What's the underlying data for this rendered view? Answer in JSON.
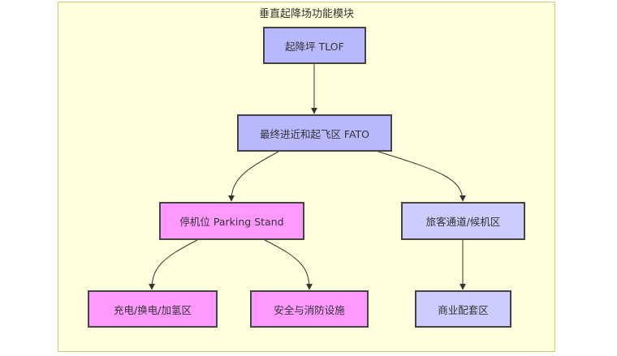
{
  "diagram": {
    "cluster_title": "垂直起降场功能模块",
    "colors": {
      "cluster_fill": "#ffffde",
      "cluster_border": "#cccc7a",
      "primary_node": "#b8b8ff",
      "secondary_node": "#ccccff",
      "highlight_node": "#ff99ff",
      "edge": "#333333"
    },
    "nodes": [
      {
        "id": "tlof",
        "label": "起降坪 TLOF"
      },
      {
        "id": "fato",
        "label": "最终进近和起飞区 FATO"
      },
      {
        "id": "parking",
        "label": "停机位 Parking Stand"
      },
      {
        "id": "passenger",
        "label": "旅客通道/候机区"
      },
      {
        "id": "charging",
        "label": "充电/换电/加氢区"
      },
      {
        "id": "safety",
        "label": "安全与消防设施"
      },
      {
        "id": "commercial",
        "label": "商业配套区"
      }
    ],
    "edges": [
      {
        "from": "tlof",
        "to": "fato"
      },
      {
        "from": "fato",
        "to": "parking"
      },
      {
        "from": "fato",
        "to": "passenger"
      },
      {
        "from": "parking",
        "to": "charging"
      },
      {
        "from": "parking",
        "to": "safety"
      },
      {
        "from": "passenger",
        "to": "commercial"
      }
    ]
  }
}
